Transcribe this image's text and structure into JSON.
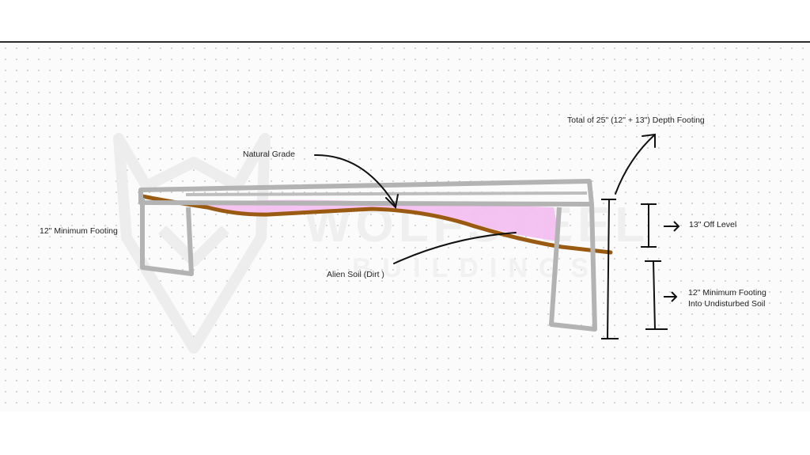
{
  "labels": {
    "total_depth": "Total of 25\" (12\" + 13\") Depth Footing",
    "natural_grade": "Natural Grade",
    "min_footing_left": "12\" Minimum Footing",
    "alien_soil": "Alien Soil  (Dirt )",
    "off_level": "13\" Off Level",
    "min_footing_right_line1": "12\" Minimum Footing",
    "min_footing_right_line2": "Into Undisturbed Soil"
  },
  "watermark": {
    "line1": "WOLFSTEEL",
    "line2": "BUILDINGS"
  },
  "colors": {
    "slab": "#b3b3b3",
    "soil_line": "#9a5a12",
    "fill": "#f2b8ee",
    "ink": "#111111",
    "watermark": "#eeeeee"
  }
}
